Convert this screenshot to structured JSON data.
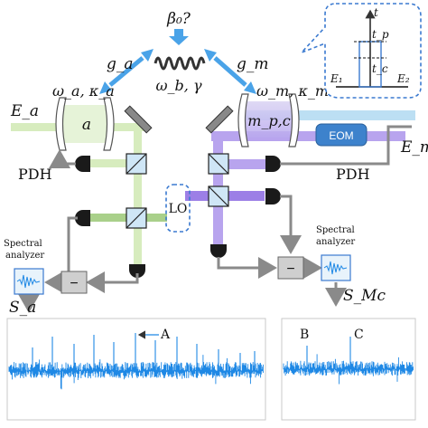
{
  "top": {
    "beta_label": "β₀?",
    "oscillator_label": "ω_b, γ",
    "coupling_a": "g_a",
    "coupling_m": "g_m"
  },
  "left_cavity": {
    "freq_label": "ω_a, κ_a",
    "mode_label": "a",
    "input_label": "E_a",
    "pdh_label": "PDH"
  },
  "right_cavity": {
    "freq_label": "ω_m, κ_m",
    "mode_label": "m_p,c",
    "input_label": "E_m",
    "pdh_label": "PDH",
    "eom_label": "EOM"
  },
  "lo_label": "LO",
  "inset": {
    "t_label": "t",
    "tp_label": "t_p",
    "tc_label": "t_c",
    "e1_label": "E₁",
    "e2_label": "E₂"
  },
  "analyzer_left": {
    "line1": "Spectral",
    "line2": "analyzer",
    "minus": "−"
  },
  "analyzer_right": {
    "line1": "Spectral",
    "line2": "analyzer",
    "minus": "−"
  },
  "output_left": "S_a",
  "output_right": "S_Mc",
  "spectrum_left": {
    "peak_label": "A"
  },
  "spectrum_right": {
    "peak_b": "B",
    "peak_c": "C"
  },
  "colors": {
    "green_beam": "#cfe8b0",
    "purple_beam": "#a88ae6",
    "light_blue_beam": "#b7dcf2",
    "spectrum_blue": "#1e88e5",
    "arrow_blue": "#4aa3e8",
    "eom_blue": "#3d82cc",
    "gray": "#8a8a8a"
  }
}
